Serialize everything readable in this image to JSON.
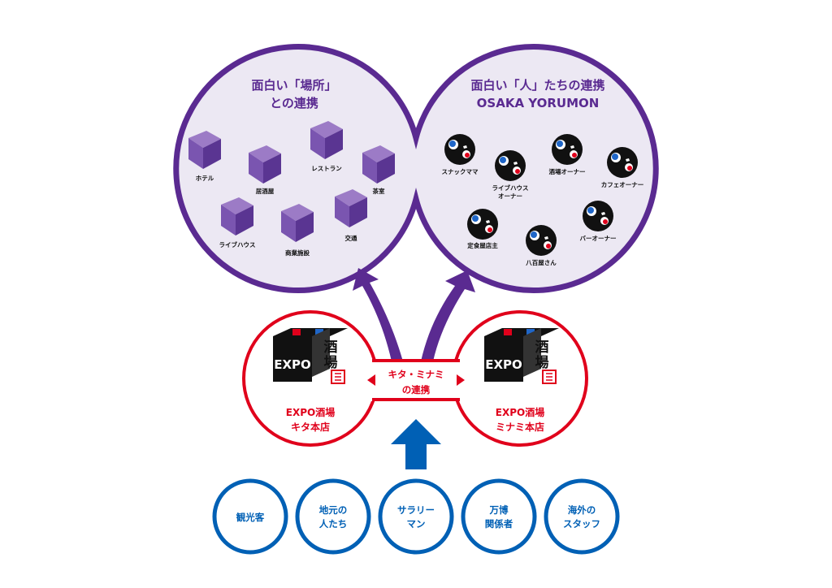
{
  "colors": {
    "purple": "#5a2a91",
    "purple_light": "#ece8f3",
    "red": "#e0001b",
    "blue": "#0060b5",
    "black": "#111111"
  },
  "top_left": {
    "title_line1": "面白い「場所」",
    "title_line2": "との連携",
    "places": [
      "ホテル",
      "居酒屋",
      "レストラン",
      "茶室",
      "ライブハウス",
      "商業施設",
      "交通"
    ]
  },
  "top_right": {
    "title_line1": "面白い「人」たちの連携",
    "title_line2": "OSAKA YORUMON",
    "people": [
      [
        "スナックママ"
      ],
      [
        "ライブハウス",
        "オーナー"
      ],
      [
        "酒場オーナー"
      ],
      [
        "カフェオーナー"
      ],
      [
        "定食屋店主"
      ],
      [
        "八百屋さん"
      ],
      [
        "バーオーナー"
      ]
    ]
  },
  "middle": {
    "logo_expo": "EXPO",
    "logo_sakaba_1": "酒",
    "logo_sakaba_2": "場",
    "left_store_line1": "EXPO酒場",
    "left_store_line2": "キタ本店",
    "right_store_line1": "EXPO酒場",
    "right_store_line2": "ミナミ本店",
    "link_line1": "キタ・ミナミ",
    "link_line2": "の連携"
  },
  "bottom": {
    "groups": [
      [
        "観光客"
      ],
      [
        "地元の",
        "人たち"
      ],
      [
        "サラリー",
        "マン"
      ],
      [
        "万博",
        "関係者"
      ],
      [
        "海外の",
        "スタッフ"
      ]
    ]
  }
}
